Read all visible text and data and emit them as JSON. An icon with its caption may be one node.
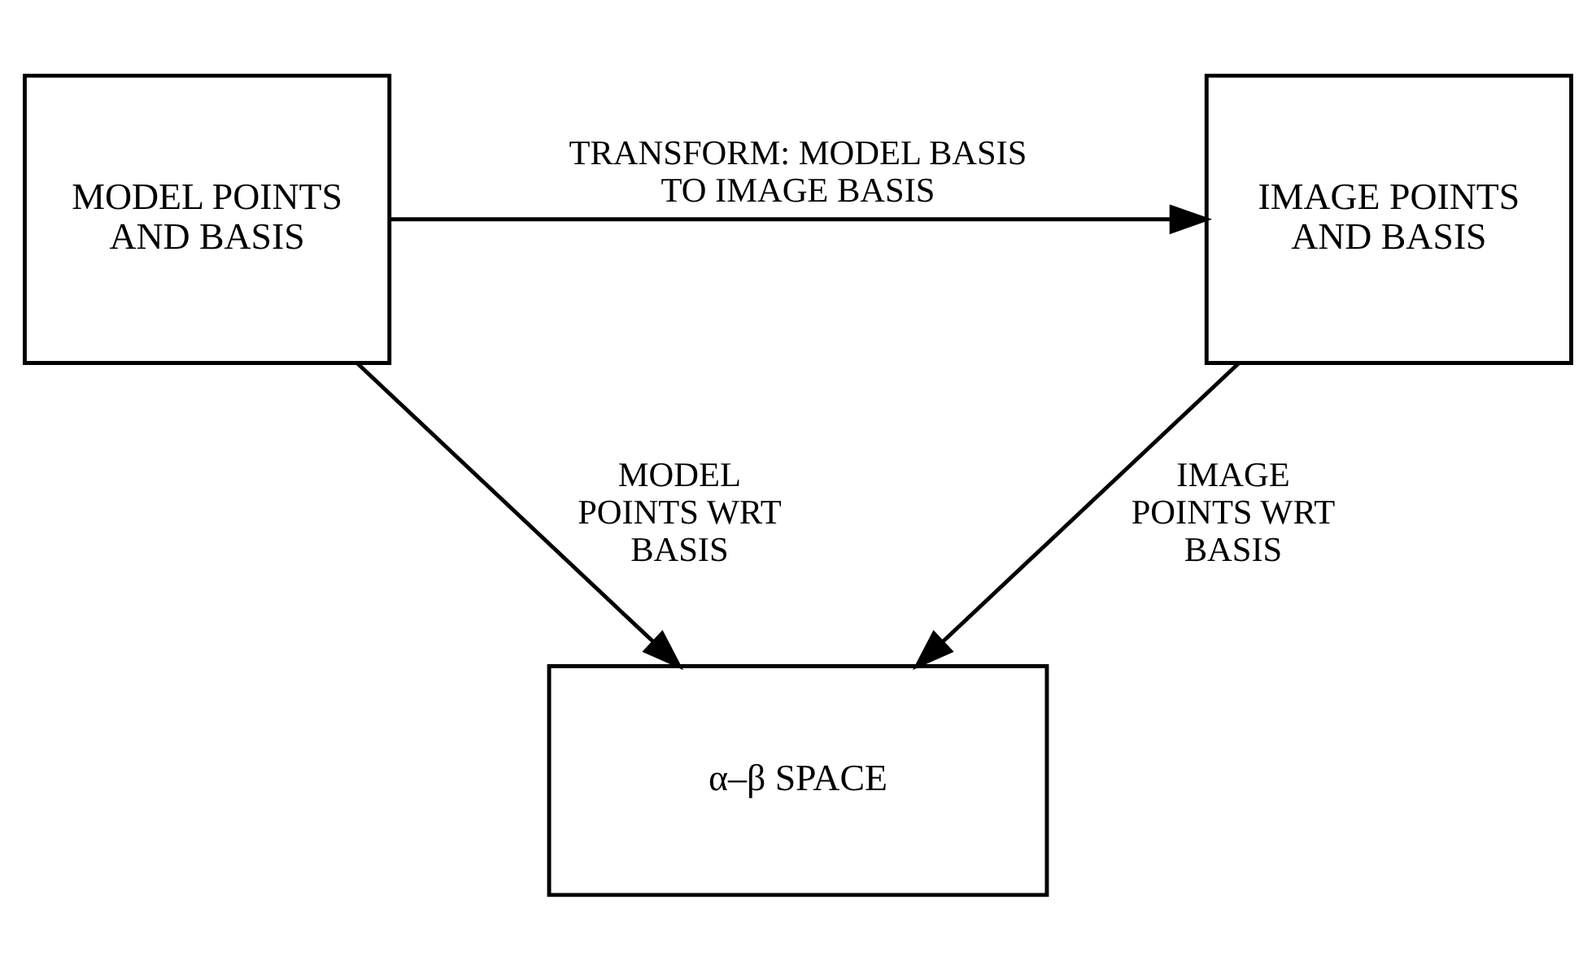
{
  "diagram": {
    "nodes": [
      {
        "text": [
          "MODEL POINTS AND BASIS"
        ]
      },
      {
        "text": [
          "IMAGE POINTS AND BASIS"
        ]
      },
      {
        "text": [
          "α–β SPACE"
        ]
      }
    ],
    "edges": [
      {
        "from": 0,
        "to": 1,
        "arrow": "to",
        "label": "TRANSFORM: MODEL BASIS TO IMAGE BASIS"
      },
      {
        "from": 0,
        "to": 2,
        "arrow": "to",
        "label": "MODEL POINTS WRT BASIS"
      },
      {
        "from": 1,
        "to": 2,
        "arrow": "to",
        "label": "IMAGE POINTS WRT BASIS"
      }
    ]
  }
}
